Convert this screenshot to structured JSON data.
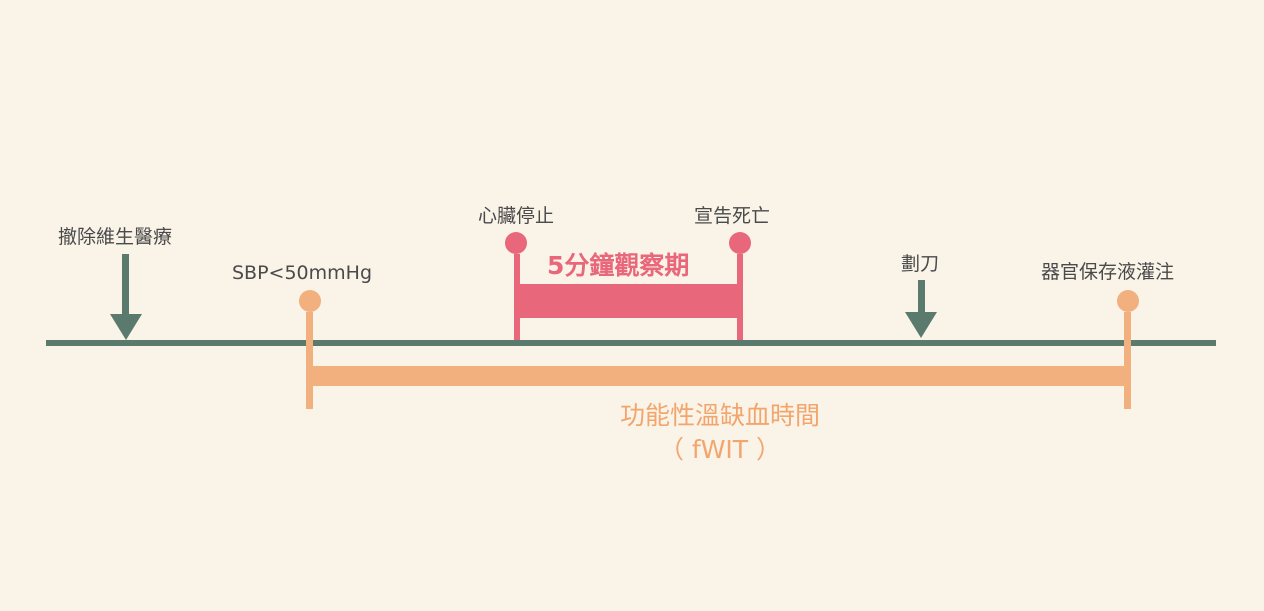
{
  "labels": {
    "withdraw": "撤除維生醫療",
    "sbp": "SBP<50mmHg",
    "cardiac_arrest": "心臟停止",
    "declare_death": "宣告死亡",
    "observation": "5分鐘觀察期",
    "incision": "劃刀",
    "perfusion": "器官保存液灌注",
    "fwit": "功能性溫缺血時間",
    "fwit_abbr": "（ fWIT ）"
  },
  "colors": {
    "background": "#f9f3e8",
    "timeline": "#5b7a6e",
    "pink": "#e9677a",
    "orange": "#f2b07e"
  }
}
